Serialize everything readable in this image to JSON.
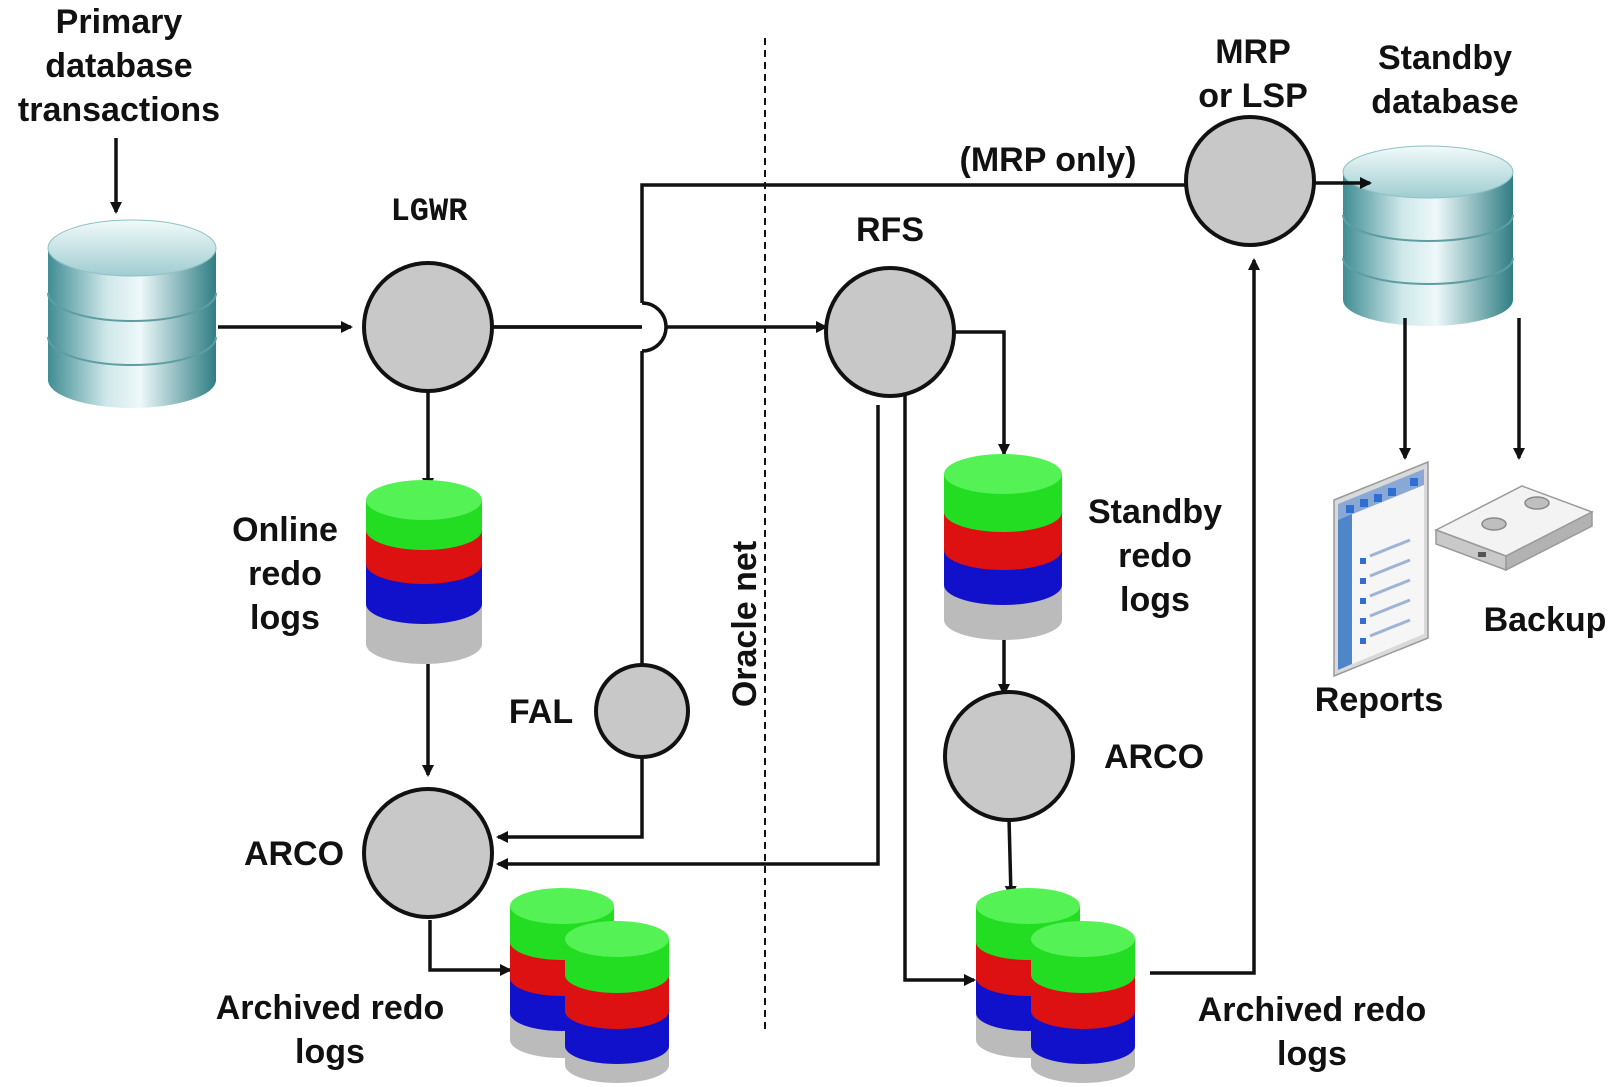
{
  "labels": {
    "primary_transactions": [
      "Primary",
      "database",
      "transactions"
    ],
    "lgwr": "LGWR",
    "online_redo": [
      "Online",
      "redo",
      "logs"
    ],
    "fal": "FAL",
    "arco_primary": "ARCO",
    "archived_primary": [
      "Archived redo",
      "logs"
    ],
    "oracle_net": "Oracle net",
    "mrp_only": "(MRP only)",
    "rfs": "RFS",
    "mrp_lsp": [
      "MRP",
      "or LSP"
    ],
    "standby_db": [
      "Standby",
      "database"
    ],
    "standby_redo": [
      "Standby",
      "redo",
      "logs"
    ],
    "arco_standby": "ARCO",
    "archived_standby": [
      "Archived redo",
      "logs"
    ],
    "reports": "Reports",
    "backup": "Backup"
  },
  "colors": {
    "process_fill": "#c8c8c8",
    "line": "#111111",
    "log_green": "#22dd22",
    "log_red": "#dd1111",
    "log_blue": "#1111cc",
    "log_gray": "#bbbbbb",
    "db_teal": "#7fb9bd"
  },
  "icons": {
    "database": "database-icon",
    "redo_log": "redo-log-stack-icon",
    "report": "report-document-icon",
    "backup": "tape-backup-icon"
  }
}
